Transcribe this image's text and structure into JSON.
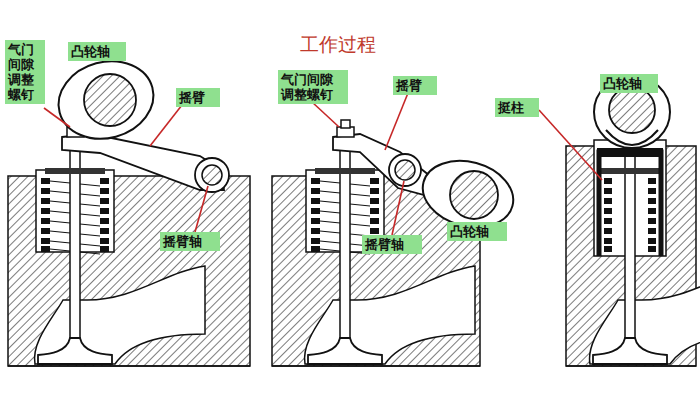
{
  "diagram": {
    "title": "工作过程",
    "nodes": [
      {
        "text": [
          "气门 间隙 调整 螺钉"
        ]
      },
      {
        "text": [
          "凸轮轴"
        ]
      },
      {
        "text": [
          "摇臂"
        ]
      },
      {
        "text": [
          "摇臂轴"
        ]
      },
      {
        "text": [
          "气门间隙 调整螺钉"
        ]
      },
      {
        "text": [
          "摇臂"
        ]
      },
      {
        "text": [
          "挺柱"
        ]
      },
      {
        "text": [
          "凸轮轴"
        ]
      },
      {
        "text": [
          "摇臂轴"
        ]
      },
      {
        "text": [
          "凸轮轴"
        ]
      }
    ]
  }
}
